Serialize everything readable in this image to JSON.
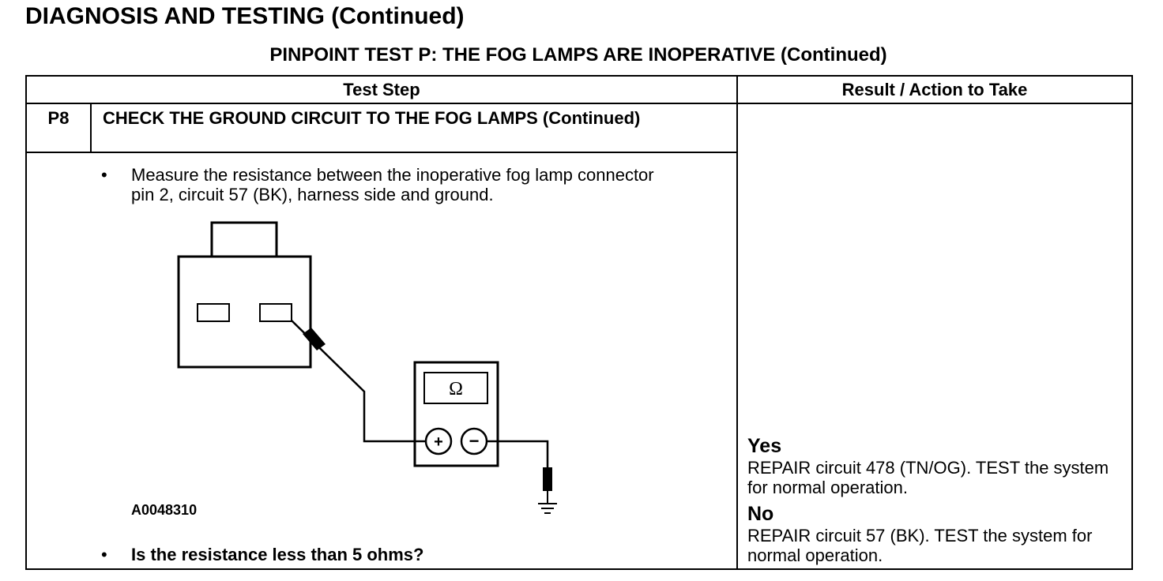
{
  "page_title": "DIAGNOSIS AND TESTING (Continued)",
  "test_title": "PINPOINT TEST P: THE FOG LAMPS ARE INOPERATIVE (Continued)",
  "table": {
    "header_test_step": "Test Step",
    "header_result": "Result / Action to Take"
  },
  "step": {
    "id": "P8",
    "title": "CHECK THE GROUND CIRCUIT TO THE FOG LAMPS (Continued)",
    "bullet_1": "Measure the resistance between the inoperative fog lamp connector pin 2, circuit 57 (BK), harness side and ground.",
    "bullet_2": "Is the resistance less than 5 ohms?",
    "bullet_symbol": "•"
  },
  "figure": {
    "id": "A0048310",
    "meter_symbol": "Ω",
    "plus_symbol": "+",
    "minus_symbol": "−"
  },
  "results": {
    "yes_label": "Yes",
    "yes_text": "REPAIR circuit 478 (TN/OG). TEST the system for normal operation.",
    "no_label": "No",
    "no_text": "REPAIR circuit 57 (BK). TEST the system for normal operation."
  }
}
